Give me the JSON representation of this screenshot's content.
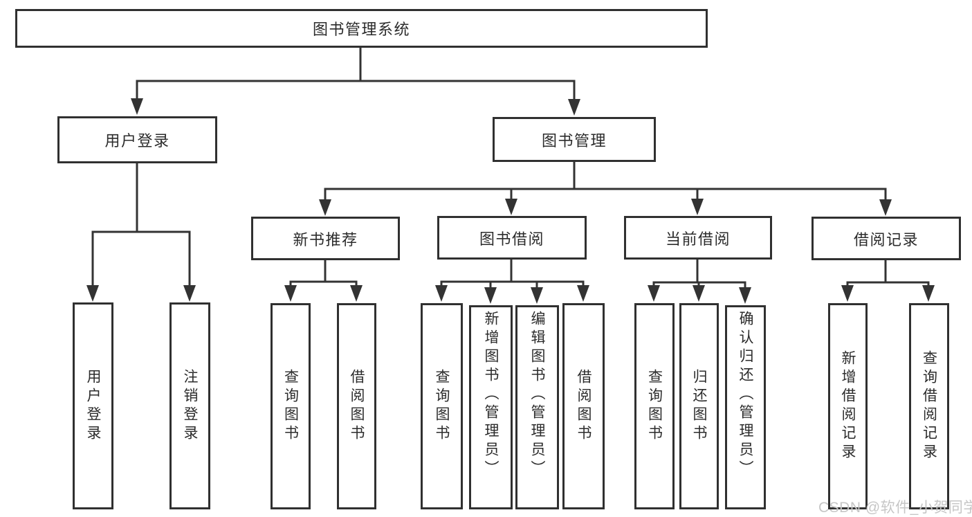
{
  "tree": {
    "root": {
      "label": "图书管理系统",
      "children": [
        {
          "label": "用户登录",
          "children": [
            {
              "label": "用户登录"
            },
            {
              "label": "注销登录"
            }
          ]
        },
        {
          "label": "图书管理",
          "children": [
            {
              "label": "新书推荐",
              "children": [
                {
                  "label": "查询图书"
                },
                {
                  "label": "借阅图书"
                }
              ]
            },
            {
              "label": "图书借阅",
              "children": [
                {
                  "label": "查询图书"
                },
                {
                  "label": "新增图书（管理员）"
                },
                {
                  "label": "编辑图书（管理员）"
                },
                {
                  "label": "借阅图书"
                }
              ]
            },
            {
              "label": "当前借阅",
              "children": [
                {
                  "label": "查询图书"
                },
                {
                  "label": "归还图书"
                },
                {
                  "label": "确认归还（管理员）"
                }
              ]
            },
            {
              "label": "借阅记录",
              "children": [
                {
                  "label": "新增借阅记录"
                },
                {
                  "label": "查询借阅记录"
                }
              ]
            }
          ]
        }
      ]
    }
  },
  "watermark": {
    "text": "CSDN @软件_小贺同学",
    "color": "#c6c6c6"
  },
  "colors": {
    "line": "#333333",
    "box_border": "#303030",
    "text": "#2b2b2b",
    "background": "#ffffff"
  }
}
